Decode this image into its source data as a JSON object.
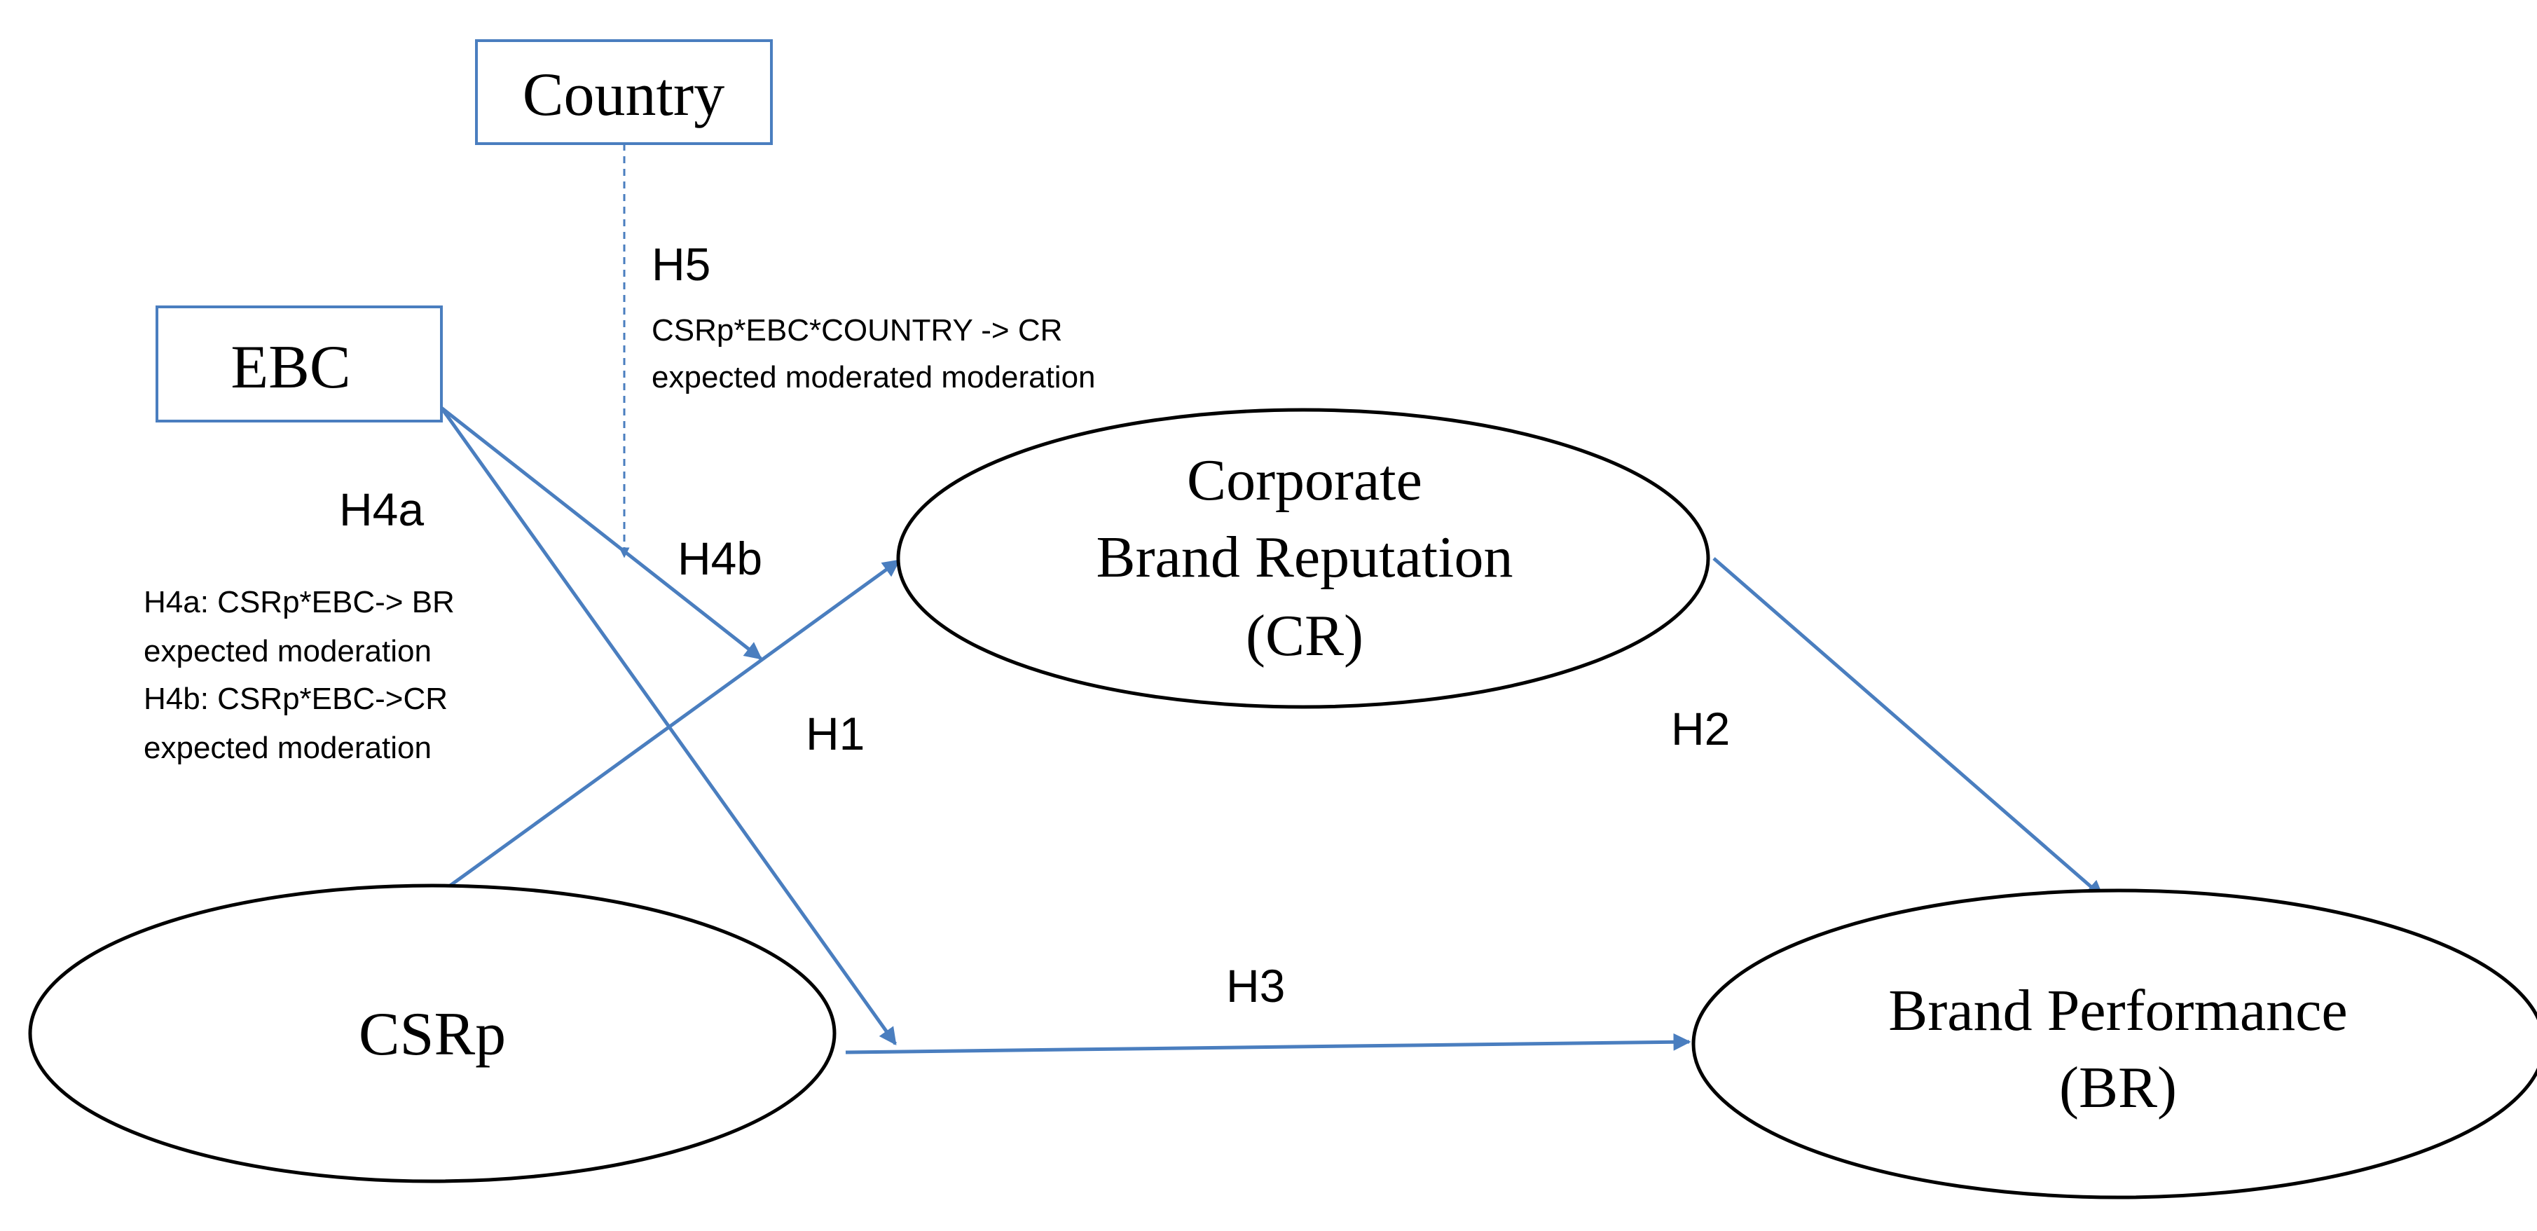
{
  "nodes": {
    "country": {
      "label": "Country"
    },
    "ebc": {
      "label": "EBC"
    },
    "cr": {
      "line1": "Corporate",
      "line2": "Brand Reputation",
      "line3": "(CR)"
    },
    "csrp": {
      "label": "CSRp"
    },
    "br": {
      "line1": "Brand Performance",
      "line2": "(BR)"
    }
  },
  "hypotheses": {
    "h1": "H1",
    "h2": "H2",
    "h3": "H3",
    "h4a": "H4a",
    "h4b": "H4b",
    "h5": "H5"
  },
  "notes": {
    "h5_line1": "CSRp*EBC*COUNTRY -> CR",
    "h5_line2": "expected moderated moderation",
    "h4a_line1": "H4a: CSRp*EBC-> BR",
    "h4a_line2": "expected moderation",
    "h4b_line1": "H4b: CSRp*EBC->CR",
    "h4b_line2": "expected moderation"
  },
  "colors": {
    "arrow": "#4a7ebf",
    "text": "#000000",
    "ellipse_stroke": "#000000",
    "background": "#ffffff"
  }
}
